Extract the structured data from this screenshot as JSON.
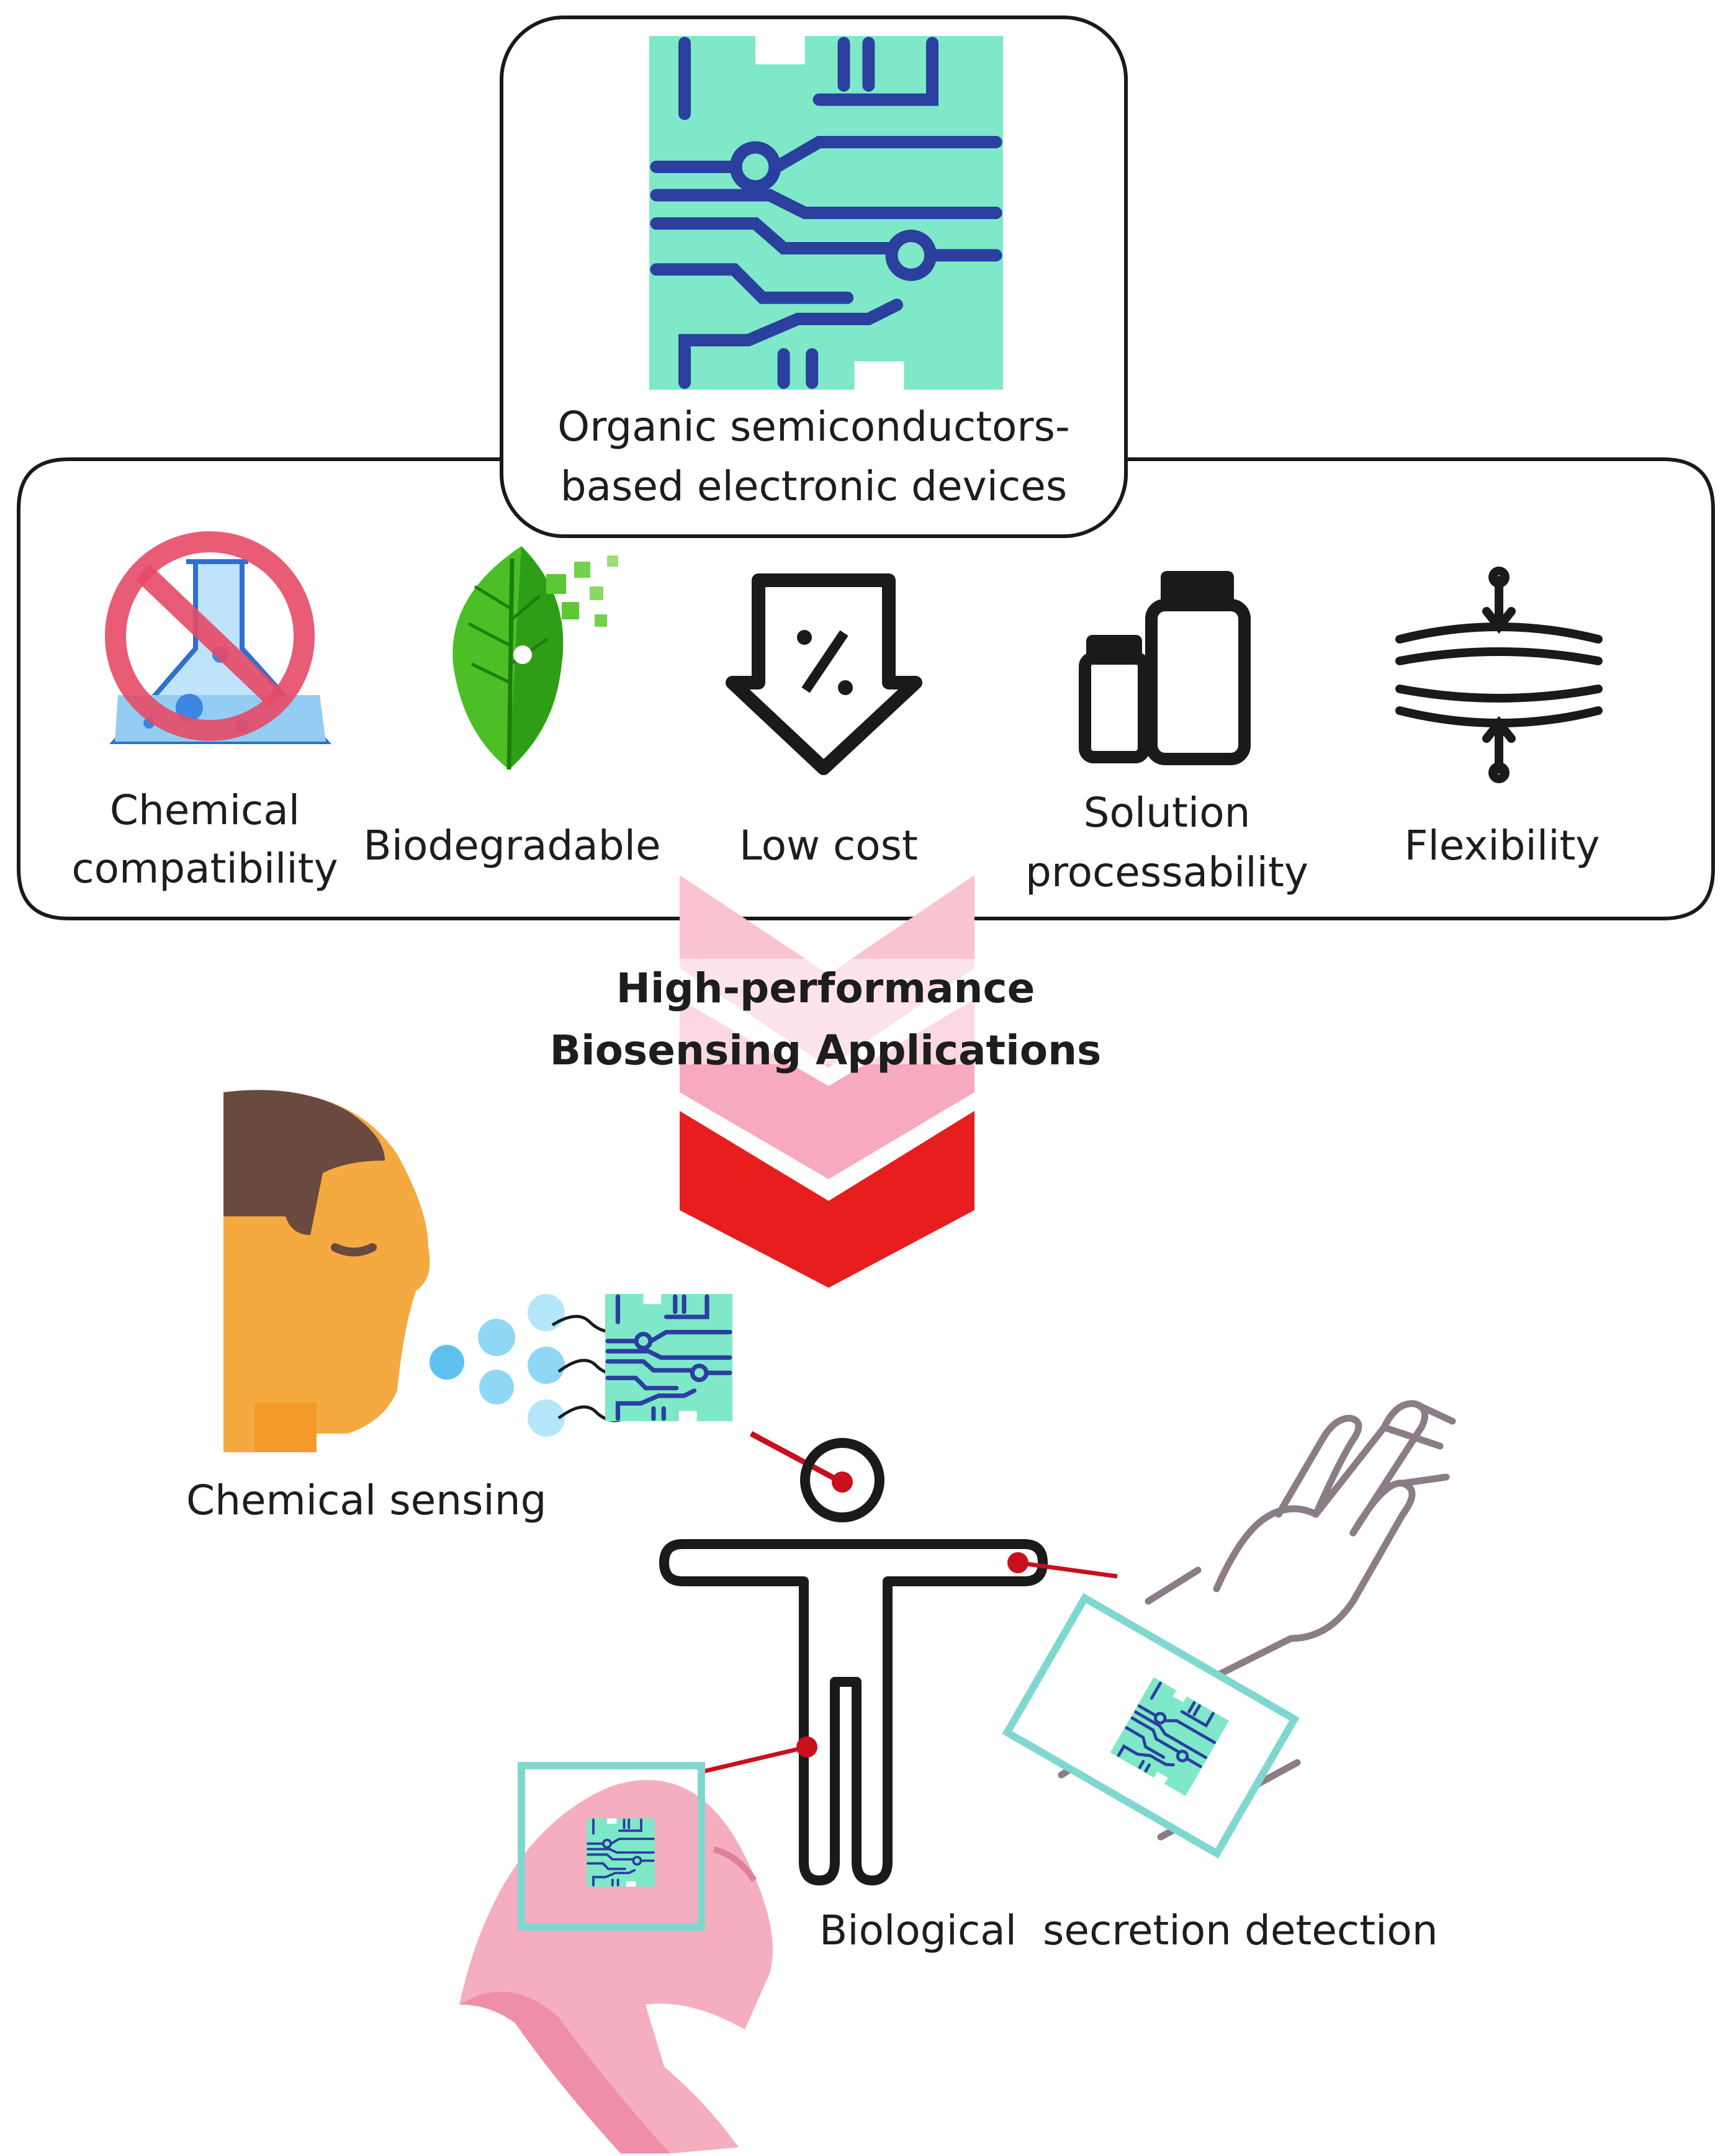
{
  "header": {
    "title_line1": "Organic semiconductors-",
    "title_line2": "based electronic devices"
  },
  "properties": [
    {
      "icon": "flask-prohibited-icon",
      "line1": "Chemical",
      "line2": "compatibility"
    },
    {
      "icon": "leaf-pixel-icon",
      "line1": "Biodegradable",
      "line2": ""
    },
    {
      "icon": "price-tag-percent-icon",
      "line1": "Low cost",
      "line2": ""
    },
    {
      "icon": "bottles-icon",
      "line1": "Solution",
      "line2": "processability"
    },
    {
      "icon": "flex-compression-icon",
      "line1": "Flexibility",
      "line2": ""
    }
  ],
  "center": {
    "line1": "High-performance",
    "line2": "Biosensing Applications"
  },
  "applications": {
    "chemical_sensing": "Chemical sensing",
    "biological_detection": "Biological  secretion detection"
  },
  "colors": {
    "chip_bg": "#7ee8c8",
    "chip_trace": "#2b3f9e",
    "arrow_red": "#e81e1e",
    "arrow_pink": "#f7b7c9",
    "box_cyan": "#7fd8cf",
    "face": "#f5a941",
    "hair": "#6a4a3f",
    "droplet": "#8fd7f5",
    "prohibit_ring": "#e64a67",
    "leaf": "#3fb31f",
    "skin_pink": "#f4aebf",
    "marker_red": "#c8101e"
  }
}
